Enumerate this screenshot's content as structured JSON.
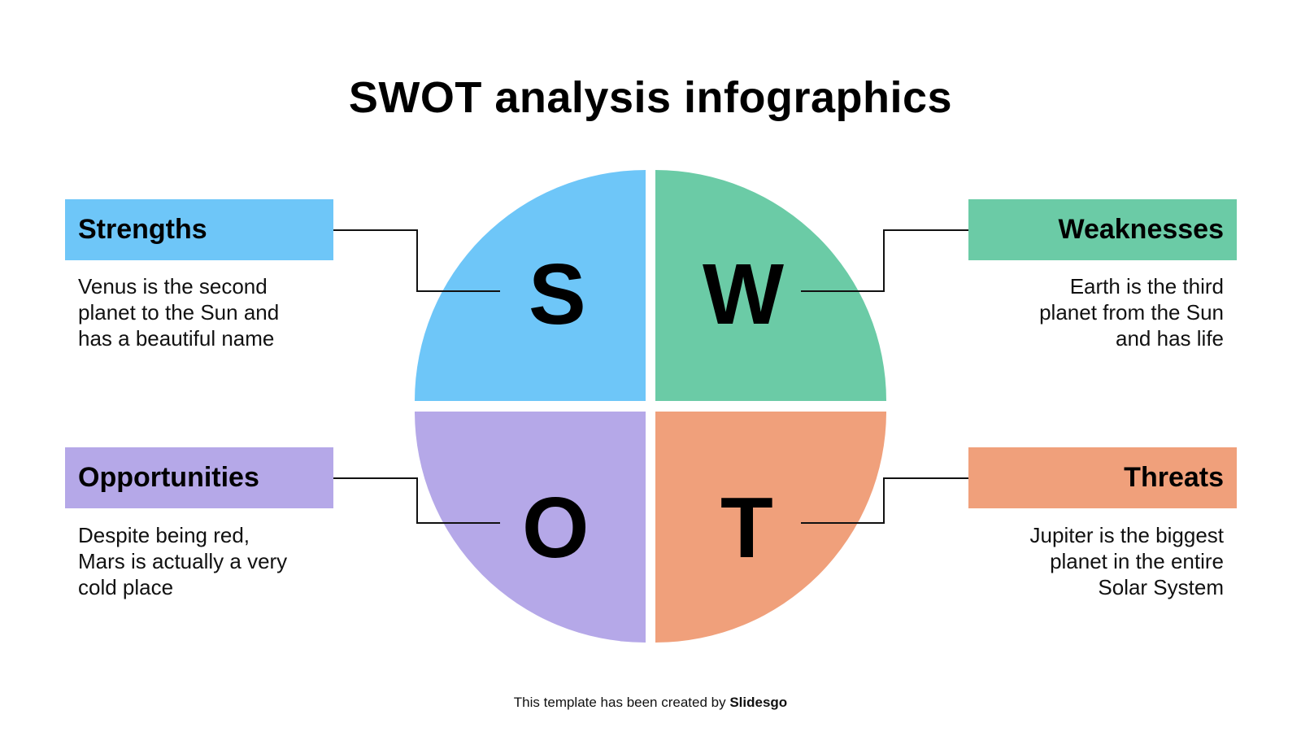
{
  "title": "SWOT analysis infographics",
  "colors": {
    "strengths": "#6EC6F8",
    "weaknesses": "#6BCBA6",
    "opportunities": "#B5A8E8",
    "threats": "#F0A07B",
    "text": "#000000",
    "connector": "#111111"
  },
  "quadrants": [
    {
      "key": "S",
      "letter": "S",
      "label": "Strengths",
      "description": "Venus is the second planet to the Sun and has a beautiful name",
      "description_lines": [
        "Venus is the second",
        "planet to the Sun and",
        "has a beautiful name"
      ]
    },
    {
      "key": "W",
      "letter": "W",
      "label": "Weaknesses",
      "description": "Earth is the third planet from the Sun and has life",
      "description_lines": [
        "Earth is the third",
        "planet from the Sun",
        "and has life"
      ]
    },
    {
      "key": "O",
      "letter": "O",
      "label": "Opportunities",
      "description": "Despite being red, Mars is actually a very cold place",
      "description_lines": [
        "Despite being red,",
        "Mars is actually a very",
        "cold place"
      ]
    },
    {
      "key": "T",
      "letter": "T",
      "label": "Threats",
      "description": "Jupiter is the biggest planet in the entire Solar System",
      "description_lines": [
        "Jupiter is the biggest",
        "planet in the entire",
        "Solar System"
      ]
    }
  ],
  "footer": {
    "prefix": "This template has been created by ",
    "brand": "Slidesgo"
  }
}
